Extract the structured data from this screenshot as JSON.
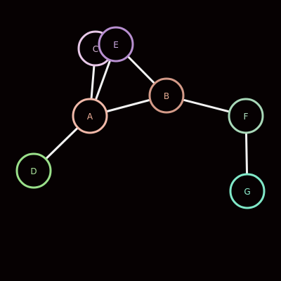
{
  "graph": {
    "background_color": "#060102",
    "edge_color": "#f2f2f2",
    "nodes": [
      {
        "id": "C",
        "label": "C",
        "stroke": "#e8c8e8",
        "text_color": "#d8b8d8"
      },
      {
        "id": "E",
        "label": "E",
        "stroke": "#b88fd0",
        "text_color": "#c8a8e0"
      },
      {
        "id": "A",
        "label": "A",
        "stroke": "#f0b8a8",
        "text_color": "#f0b09a"
      },
      {
        "id": "B",
        "label": "B",
        "stroke": "#d49a88",
        "text_color": "#e0a890"
      },
      {
        "id": "D",
        "label": "D",
        "stroke": "#9ae08a",
        "text_color": "#a8e098"
      },
      {
        "id": "F",
        "label": "F",
        "stroke": "#a8d8b8",
        "text_color": "#b0e0c0"
      },
      {
        "id": "G",
        "label": "G",
        "stroke": "#80e8c8",
        "text_color": "#90f0d0"
      }
    ],
    "edges": [
      {
        "source": "C",
        "target": "A"
      },
      {
        "source": "E",
        "target": "A"
      },
      {
        "source": "E",
        "target": "B"
      },
      {
        "source": "A",
        "target": "B"
      },
      {
        "source": "A",
        "target": "D"
      },
      {
        "source": "B",
        "target": "F"
      },
      {
        "source": "F",
        "target": "G"
      }
    ]
  }
}
